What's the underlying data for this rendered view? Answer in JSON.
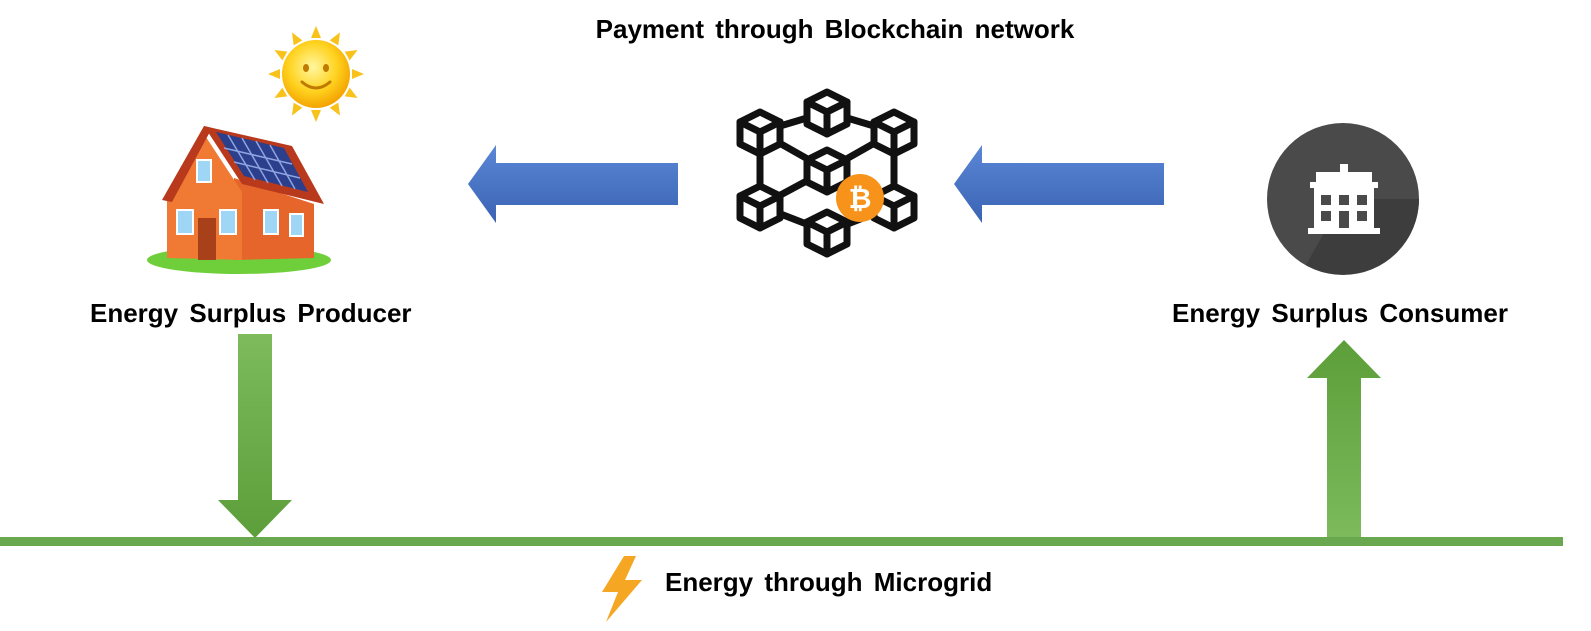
{
  "title": "Payment through Blockchain network",
  "producer": {
    "label": "Energy Surplus Producer"
  },
  "consumer": {
    "label": "Energy Surplus Consumer"
  },
  "grid": {
    "label": "Energy through Microgrid"
  },
  "icons": {
    "sun": "sun-icon",
    "house": "solar-house-icon",
    "blockchain": "blockchain-network-icon",
    "bitcoin": "bitcoin-icon",
    "building": "building-icon",
    "lightning": "lightning-bolt-icon"
  },
  "colors": {
    "payment_arrow": "#4472c4",
    "energy_arrow": "#6aa84f",
    "microgrid_line": "#6aa84f",
    "bitcoin": "#f7931a",
    "lightning": "#f5a623",
    "consumer_circle": "#4a4a4a"
  }
}
